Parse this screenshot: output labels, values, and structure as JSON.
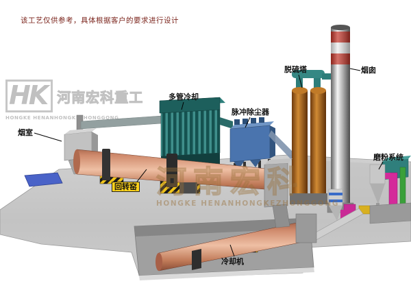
{
  "disclaimer": "该工艺仅供参考，具体根据客户的要求进行设计",
  "logo": {
    "monogram": "HK",
    "company_cn": "河南宏科重工",
    "company_en": "HONGKE HENANHONGKEZHONGGONG"
  },
  "watermark": {
    "text_cn": "河南宏科",
    "text_en": "HONGKE HENANHONGKEZHONGGONG"
  },
  "equipment_labels": {
    "smoke_chamber": "烟室",
    "rotary_kiln": "回转窑",
    "multi_tube_cooler": "多管冷却",
    "pulse_dust_collector": "脉冲除尘器",
    "desulfurization_tower": "脱硫塔",
    "chimney": "烟囱",
    "grinding_system": "磨粉系统",
    "cooling_machine": "冷却机"
  },
  "colors": {
    "kiln_salmon": "#d28a6a",
    "cooler_teal": "#1d5f5c",
    "collector_blue": "#4a74ae",
    "tower_amber": "#c07a28",
    "chimney_red": "#c23327",
    "hazard_yellow": "#f0c419",
    "ground_gray": "#c6c6c6",
    "watermark_sepia": "#a8874f",
    "disclaimer_red": "#7b241c"
  }
}
